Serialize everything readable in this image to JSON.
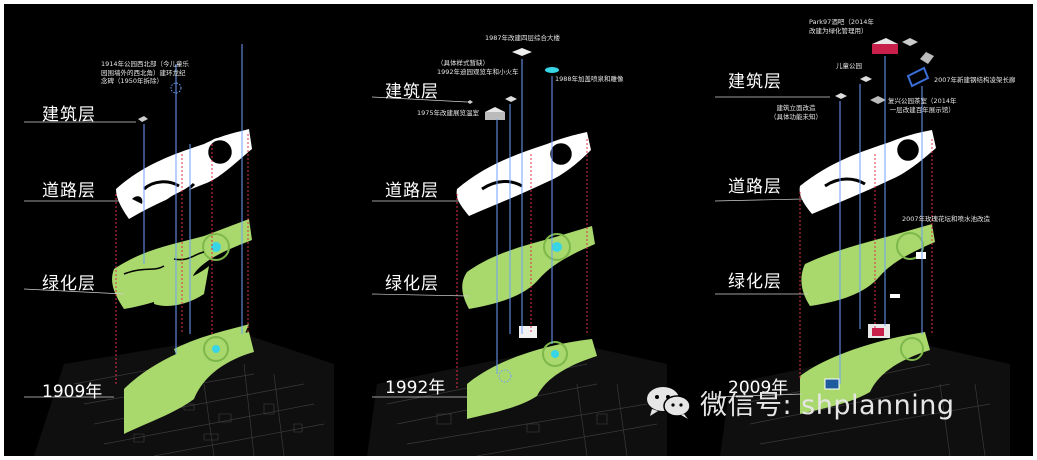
{
  "panels": [
    {
      "id": "1909",
      "layers": {
        "building": "建筑层",
        "road": "道路层",
        "green": "绿化层"
      },
      "year": "1909年",
      "annotations": [
        {
          "lines": [
            "1914年公园西北部（今儿童乐",
            "园围墙外的西北角）建环龙纪",
            "念碑（1950年拆除）"
          ]
        }
      ]
    },
    {
      "id": "1992",
      "layers": {
        "building": "建筑层",
        "road": "道路层",
        "green": "绿化层"
      },
      "year": "1992年",
      "annotations": [
        {
          "lines": [
            "1987年改建四层综合大楼"
          ]
        },
        {
          "lines": [
            "（具体样式暂缺）",
            "1992年迪园观览车和小火车"
          ]
        },
        {
          "lines": [
            "1988年加盖喷泉和雕像"
          ]
        },
        {
          "lines": [
            "1975年改建展览温室"
          ]
        }
      ]
    },
    {
      "id": "2009",
      "layers": {
        "building": "建筑层",
        "road": "道路层",
        "green": "绿化层"
      },
      "year": "2009年",
      "annotations": [
        {
          "lines": [
            "Park97酒吧（2014年",
            "改建为绿化管理用）"
          ]
        },
        {
          "lines": [
            "儿童公园"
          ]
        },
        {
          "lines": [
            "2007年新建钢结构凌架长廊"
          ]
        },
        {
          "lines": [
            "建筑立面改造",
            "（具体功能未知）"
          ]
        },
        {
          "lines": [
            "复兴公园茶室（2014年",
            "一层改建百年展示馆）"
          ]
        },
        {
          "lines": [
            "2007年玫瑰花坛和喷水池改造"
          ]
        }
      ]
    }
  ],
  "watermark": {
    "text": "微信号: shplanning",
    "icon": "wechat-icon"
  },
  "colors": {
    "green": "#a9d86c",
    "road": "#ffffff",
    "guide_red": "#e0304a",
    "guide_blue": "#6fa0ff",
    "fountain": "#37d5e6"
  }
}
